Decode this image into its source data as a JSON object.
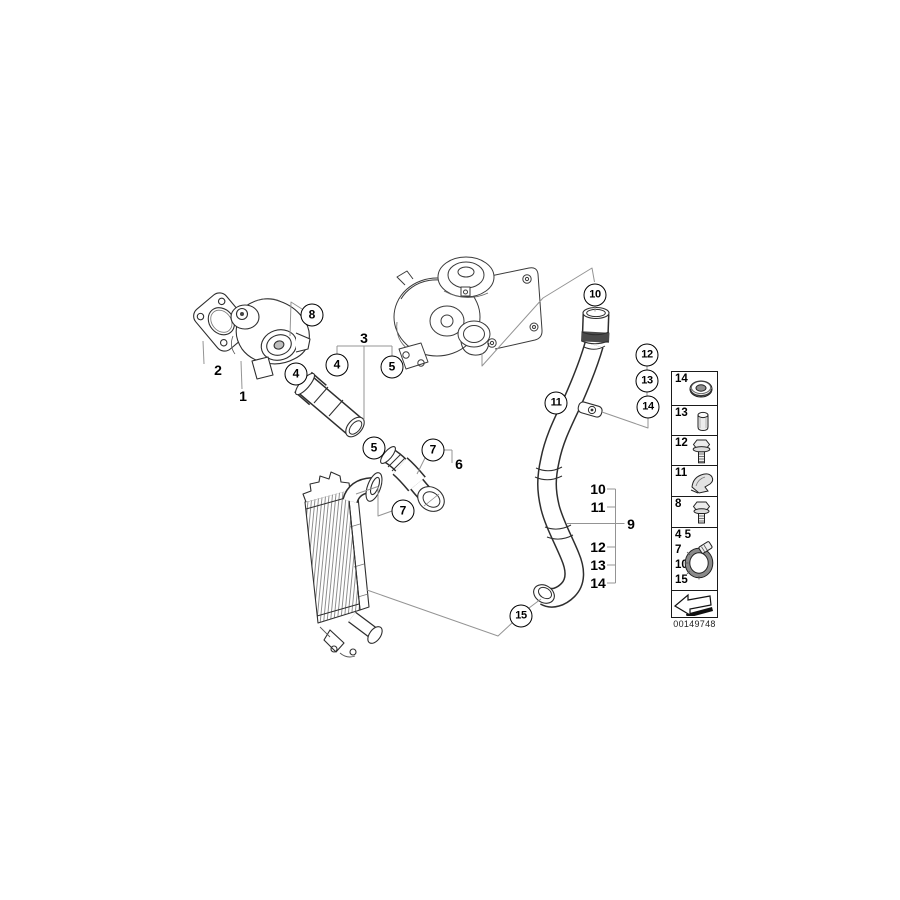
{
  "page": {
    "background_color": "#ffffff",
    "line_art_color": "#2e2e2e",
    "leader_line_color": "#949494"
  },
  "diagram": {
    "circled": [
      {
        "label": "8"
      },
      {
        "label": "4"
      },
      {
        "label": "4"
      },
      {
        "label": "5"
      },
      {
        "label": "5"
      },
      {
        "label": "7"
      },
      {
        "label": "7"
      },
      {
        "label": "10"
      },
      {
        "label": "11"
      },
      {
        "label": "12"
      },
      {
        "label": "13"
      },
      {
        "label": "14"
      },
      {
        "label": "15"
      }
    ],
    "plain": [
      {
        "label": "1"
      },
      {
        "label": "2"
      },
      {
        "label": "3"
      },
      {
        "label": "6"
      },
      {
        "label": "9"
      }
    ],
    "ref_bracket": {
      "items": [
        "10",
        "11",
        "12",
        "13",
        "14"
      ],
      "target": "9"
    },
    "parts_drawn": [
      "gasket",
      "throttle-body",
      "charge-pipe",
      "connector-hose",
      "turbocharger",
      "intercooler",
      "charge-air-hose",
      "pipe-holder-bracket"
    ]
  },
  "legend": {
    "rows": [
      {
        "label": "14",
        "icon": "grommet-icon"
      },
      {
        "label": "13",
        "icon": "spacer-sleeve-icon"
      },
      {
        "label": "12",
        "icon": "hex-bolt-long-icon"
      },
      {
        "label": "11",
        "icon": "clamp-bracket-icon"
      },
      {
        "label": "8",
        "icon": "hex-bolt-short-icon"
      },
      {
        "lines": [
          "4 5",
          "7",
          "10",
          "15"
        ],
        "icon": "hose-clamp-icon"
      },
      {
        "icon": "direction-arrow-icon"
      }
    ],
    "document_number": "00149748"
  }
}
